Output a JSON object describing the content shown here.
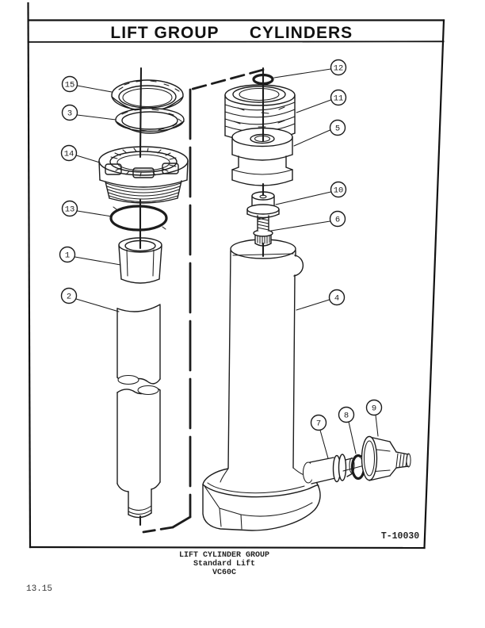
{
  "header": {
    "title_left": "LIFT GROUP",
    "title_right": "CYLINDERS"
  },
  "figure": {
    "code": "T-10030",
    "caption": [
      "LIFT CYLINDER GROUP",
      "Standard Lift",
      "VC60C"
    ],
    "callouts": [
      {
        "label": "15"
      },
      {
        "label": "3"
      },
      {
        "label": "14"
      },
      {
        "label": "13"
      },
      {
        "label": "1"
      },
      {
        "label": "2"
      },
      {
        "label": "12"
      },
      {
        "label": "11"
      },
      {
        "label": "5"
      },
      {
        "label": "10"
      },
      {
        "label": "6"
      },
      {
        "label": "4"
      },
      {
        "label": "7"
      },
      {
        "label": "8"
      },
      {
        "label": "9"
      }
    ]
  },
  "page": {
    "number": "13.15"
  },
  "colors": {
    "ink": "#1c1c1c",
    "paper": "#ffffff"
  }
}
